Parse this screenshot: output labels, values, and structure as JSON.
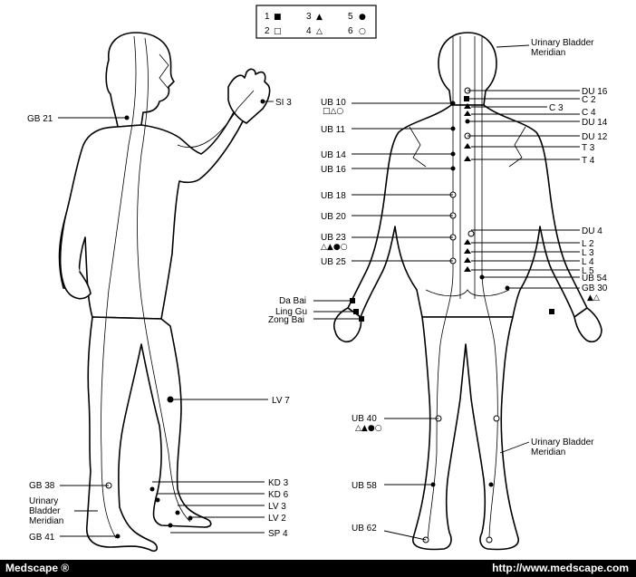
{
  "legend": [
    {
      "num": "1",
      "symbol": "■"
    },
    {
      "num": "2",
      "symbol": "□"
    },
    {
      "num": "3",
      "symbol": "▲"
    },
    {
      "num": "4",
      "symbol": "△"
    },
    {
      "num": "5",
      "symbol": "●"
    },
    {
      "num": "6",
      "symbol": "○"
    }
  ],
  "front_labels": {
    "gb21": "GB 21",
    "si3": "SI 3",
    "lv7": "LV 7",
    "gb38": "GB 38",
    "ub_meridian_1": "Urinary",
    "ub_meridian_2": "Bladder",
    "ub_meridian_3": "Meridian",
    "gb41": "GB 41",
    "kd3": "KD 3",
    "kd6": "KD 6",
    "lv3": "LV 3",
    "lv2": "LV 2",
    "sp4": "SP 4"
  },
  "back_labels": {
    "ub_meridian_top_1": "Urinary Bladder",
    "ub_meridian_top_2": "Meridian",
    "du16": "DU 16",
    "c2": "C 2",
    "c3": "C 3",
    "c4": "C 4",
    "du14": "DU 14",
    "du12": "DU 12",
    "t3": "T 3",
    "t4": "T 4",
    "ub10": "UB 10",
    "ub10_syms": "□△○",
    "ub11": "UB 11",
    "ub14": "UB 14",
    "ub16": "UB 16",
    "ub18": "UB 18",
    "ub20": "UB 20",
    "ub23": "UB 23",
    "ub23_syms": "△▲●○",
    "ub25": "UB 25",
    "du4": "DU 4",
    "l2": "L 2",
    "l3": "L 3",
    "l4": "L 4",
    "l5": "L 5",
    "ub54": "UB 54",
    "gb30": "GB 30",
    "gb30_syms": "▲△",
    "da_bai": "Da Bai",
    "ling_gu": "Ling Gu",
    "zong_bai": "Zong Bai",
    "ub40": "UB 40",
    "ub40_syms": "△▲●○",
    "ub_meridian_low_1": "Urinary Bladder",
    "ub_meridian_low_2": "Meridian",
    "ub58": "UB 58",
    "ub62": "UB 62"
  },
  "footer": {
    "brand": "Medscape ®",
    "url": "http://www.medscape.com"
  }
}
